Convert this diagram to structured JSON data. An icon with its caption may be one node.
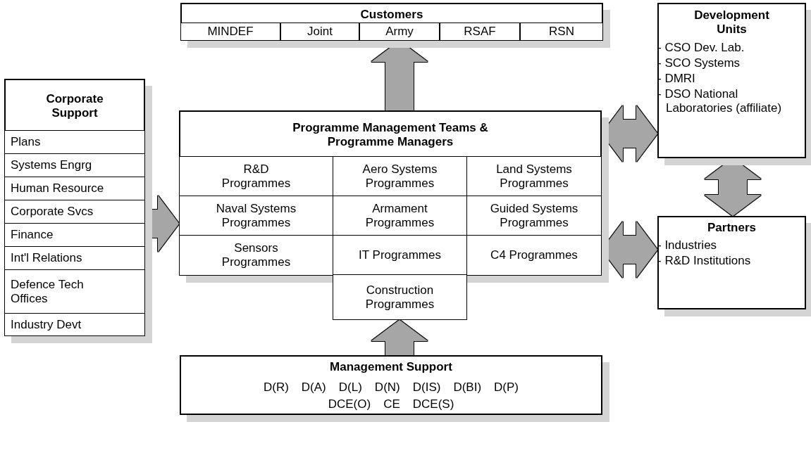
{
  "diagram": {
    "nodes": [
      {
        "text": [
          "Customers"
        ]
      },
      {
        "text": [
          "MINDEF"
        ],
        "in": 0
      },
      {
        "text": [
          "Joint"
        ],
        "in": 0
      },
      {
        "text": [
          "Army"
        ],
        "in": 0
      },
      {
        "text": [
          "RSAF"
        ],
        "in": 0
      },
      {
        "text": [
          "RSN"
        ],
        "in": 0
      },
      {
        "text": [
          "Corporate Support"
        ]
      },
      {
        "text": [
          "Plans"
        ],
        "in": 6
      },
      {
        "text": [
          "Systems Engrg"
        ],
        "in": 6
      },
      {
        "text": [
          "Human Resource"
        ],
        "in": 6
      },
      {
        "text": [
          "Corporate Svcs"
        ],
        "in": 6
      },
      {
        "text": [
          "Finance"
        ],
        "in": 6
      },
      {
        "text": [
          "Int'l Relations"
        ],
        "in": 6
      },
      {
        "text": [
          "Defence Tech Offices"
        ],
        "in": 6
      },
      {
        "text": [
          "Industry Devt"
        ],
        "in": 6
      },
      {
        "text": [
          "Programme Management Teams & Programme Managers"
        ]
      },
      {
        "text": [
          "R&D Programmes"
        ],
        "in": 15
      },
      {
        "text": [
          "Aero Systems Programmes"
        ],
        "in": 15
      },
      {
        "text": [
          "Land Systems Programmes"
        ],
        "in": 15
      },
      {
        "text": [
          "Naval Systems Programmes"
        ],
        "in": 15
      },
      {
        "text": [
          "Armament Programmes"
        ],
        "in": 15
      },
      {
        "text": [
          "Guided Systems Programmes"
        ],
        "in": 15
      },
      {
        "text": [
          "Sensors Programmes"
        ],
        "in": 15
      },
      {
        "text": [
          "IT Programmes"
        ],
        "in": 15
      },
      {
        "text": [
          "C4 Programmes"
        ],
        "in": 15
      },
      {
        "text": [
          "Construction Programmes"
        ]
      },
      {
        "text": [
          "Development Units",
          "- CSO Dev. Lab.",
          "- SCO Systems",
          "- DMRI",
          "- DSO National Laboratories (affiliate)"
        ]
      },
      {
        "text": [
          "Partners",
          "- Industries",
          "- R&D Institutions"
        ]
      },
      {
        "text": [
          "Management Support",
          "D(R)",
          "D(A)",
          "D(L)",
          "D(N)",
          "D(IS)",
          "D(BI)",
          "D(P)",
          "DCE(O)",
          "CE",
          "DCE(S)"
        ]
      }
    ],
    "edges": [
      {
        "from": 15,
        "to": 0,
        "arrow": "to"
      },
      {
        "from": 15,
        "to": 26,
        "arrow": "both"
      },
      {
        "from": 26,
        "to": 27,
        "arrow": "both"
      },
      {
        "from": 27,
        "to": 15,
        "arrow": "both"
      },
      {
        "from": 6,
        "to": 15,
        "arrow": "to"
      },
      {
        "from": 28,
        "to": 25,
        "arrow": "to"
      }
    ]
  }
}
